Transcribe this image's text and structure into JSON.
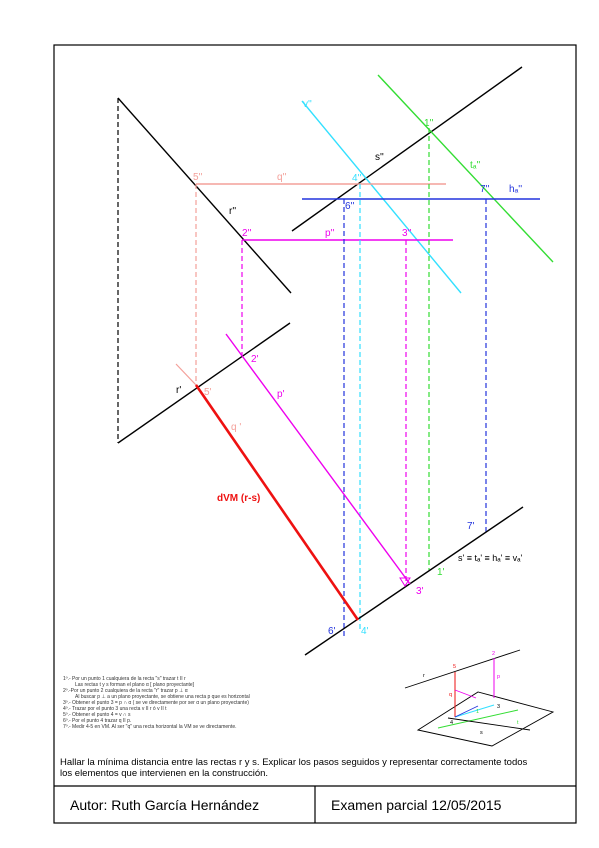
{
  "colors": {
    "black": "#000000",
    "pink": "#f4a09a",
    "magenta": "#ee00ee",
    "cyan": "#33e0ff",
    "green": "#33dd33",
    "blue": "#2233dd",
    "red": "#ee1111"
  },
  "labels": {
    "v2": "v''",
    "one2": "1''",
    "s2": "s''",
    "t2": "tₐ''",
    "five2": "5''",
    "q2": "q''",
    "four2": "4''",
    "seven2": "7''",
    "ha2": "hₐ''",
    "six2": "6''",
    "r2": "r''",
    "two2": "2''",
    "p2": "p''",
    "three2": "3''",
    "two1": "2'",
    "r1": "r'",
    "five1": "5'",
    "p1": "p'",
    "q1": "q '",
    "dvm": "dVM (r-s)",
    "seven1": "7'",
    "s1_equiv": "s' ≡ tₐ' ≡ hₐ' ≡ vₐ'",
    "one1": "1'",
    "three1": "3'",
    "six1": "6'",
    "four1": "4'"
  },
  "steps": [
    "1º.- Por un punto 1 cualquiera de la recta \"s\" trazar t II r",
    "Las rectas t y s forman el plano α [ plano proyectante]",
    "2º.-Por un punto 2 cualquiera de la recta \"r\" trazar p ⊥ α",
    "Al buscar p ⊥ a un plano proyectante, se obtiene una recta p que es horizontal",
    "3º.- Obtener el punto 3 = p ∩ α  ( se ve directamente por ser α un plano proyectante)",
    "4º.- Trazar por el punto 3 una recta v II r ó v II t",
    "5º.- Obtener el punto 4 = v ∩ s",
    "6º.- Por el punto 4 trazar q II p.",
    "7º.- Medir 4-5 en VM. Al ser \"q\" una recta horizontal la VM se ve directamente."
  ],
  "inset": {
    "r": "r",
    "p": "p",
    "q": "q",
    "n5": "5",
    "n2": "2",
    "n3": "3",
    "n4": "4",
    "n1": "1",
    "s": "s",
    "t": "t"
  },
  "statement": {
    "line1": "Hallar la mínima distancia entre las rectas r y s. Explicar los pasos seguidos y representar correctamente todos",
    "line2": "los elementos que intervienen en la construcción."
  },
  "footer": {
    "author": "Autor: Ruth García Hernández",
    "exam": "Examen parcial 12/05/2015"
  }
}
